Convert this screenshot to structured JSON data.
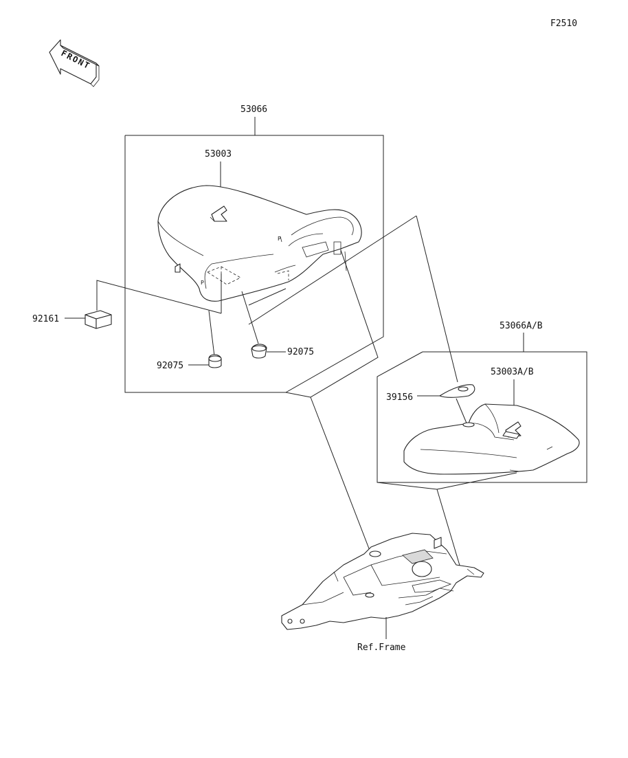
{
  "figure_code": "F2510",
  "front_arrow_text": "FRONT",
  "labels": {
    "seat_assy": "53066",
    "seat": "53003",
    "pad": "92161",
    "damper_left": "92075",
    "damper_right": "92075",
    "option_seat_assy": "53066A/B",
    "option_seat": "53003A/B",
    "plate": "39156",
    "frame_ref": "Ref.Frame"
  }
}
